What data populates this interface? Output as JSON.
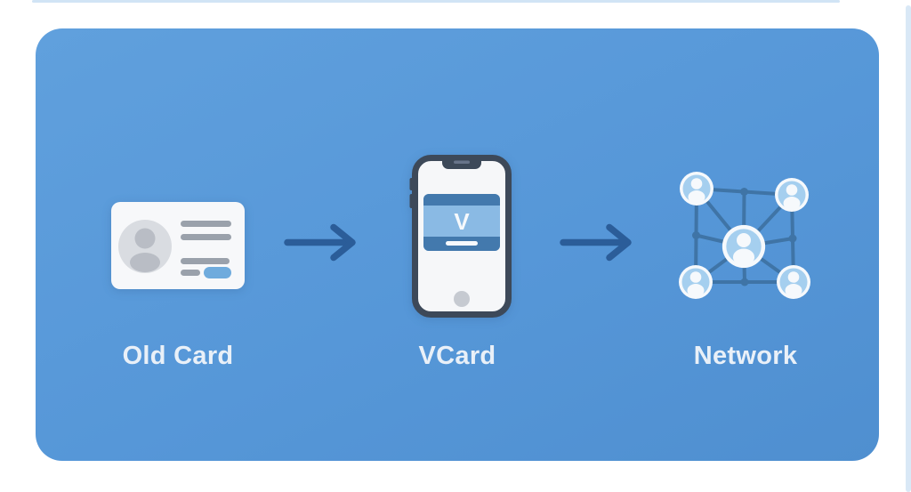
{
  "colors": {
    "page_bg": "#ffffff",
    "edge_tint": "#b9d6ef",
    "panel_blue_light": "#60a0dd",
    "panel_blue": "#5697d8",
    "panel_blue_dark": "#4f8fd0",
    "label_text": "#e9f0f8",
    "white_ink": "#f6f9fc",
    "arrow": "#2b5d99",
    "card_white": "#f7f8fa",
    "avatar_gray": "#d9dce1",
    "avatar_person": "#b9bdc5",
    "gray_line": "#9aa1ab",
    "accent_pill": "#6fabdd",
    "phone_frame": "#3d4959",
    "phone_slot": "#68748a",
    "phone_screen": "#f6f7f9",
    "vcard_mid": "#8abae4",
    "vcard_strip": "#4379ad",
    "home_gray": "#c6cad1",
    "network_line": "#3f74a6",
    "node_blue": "#a5cfef"
  },
  "diagram": {
    "steps": [
      {
        "name": "old-card",
        "label": "Old Card",
        "icon": "id-card-icon"
      },
      {
        "name": "vcard",
        "label": "VCard",
        "icon": "smartphone-vcard-icon",
        "card_letter": "V"
      },
      {
        "name": "network",
        "label": "Network",
        "icon": "network-people-icon"
      }
    ],
    "connectors": [
      {
        "name": "arrow-old-card-to-vcard",
        "icon": "right-arrow-icon"
      },
      {
        "name": "arrow-vcard-to-network",
        "icon": "right-arrow-icon"
      }
    ]
  }
}
